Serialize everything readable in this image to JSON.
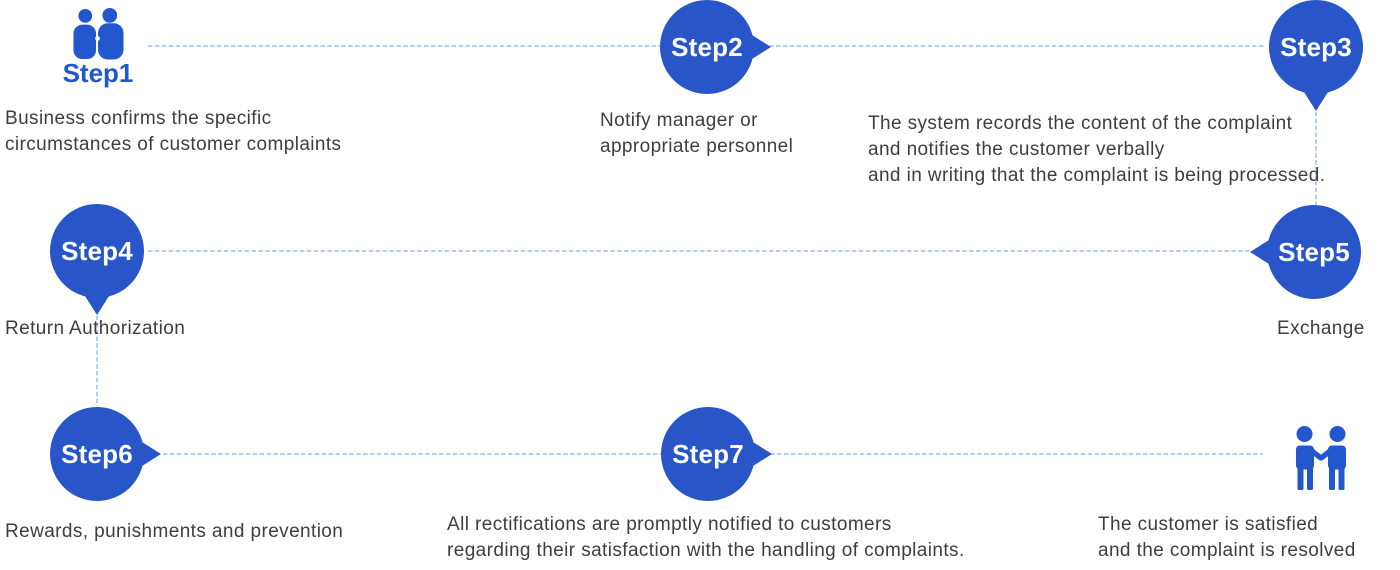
{
  "colors": {
    "primary": "#2856C8",
    "label_blue": "#1F58D2",
    "connector_line": "#A9C7E9",
    "body_text": "#3E3E3E"
  },
  "steps": [
    {
      "id": "step1",
      "label": "Step1",
      "marker": "two-people-icon",
      "description": "Business confirms the specific\ncircumstances of customer complaints"
    },
    {
      "id": "step2",
      "label": "Step2",
      "marker": "circle",
      "description": "Notify manager or\nappropriate personnel"
    },
    {
      "id": "step3",
      "label": "Step3",
      "marker": "circle",
      "description": "The system records the content of the complaint\nand notifies the customer verbally\nand in writing that the complaint is being processed."
    },
    {
      "id": "step4",
      "label": "Step4",
      "marker": "circle",
      "description": "Return Authorization"
    },
    {
      "id": "step5",
      "label": "Step5",
      "marker": "circle",
      "description": "Exchange"
    },
    {
      "id": "step6",
      "label": "Step6",
      "marker": "circle",
      "description": "Rewards, punishments and prevention"
    },
    {
      "id": "step7",
      "label": "Step7",
      "marker": "circle",
      "description": "All rectifications are promptly notified to customers\nregarding their satisfaction with the handling of complaints."
    },
    {
      "id": "final",
      "label": "",
      "marker": "handshake-icon",
      "description": "The customer is satisfied\nand the complaint is resolved"
    }
  ]
}
